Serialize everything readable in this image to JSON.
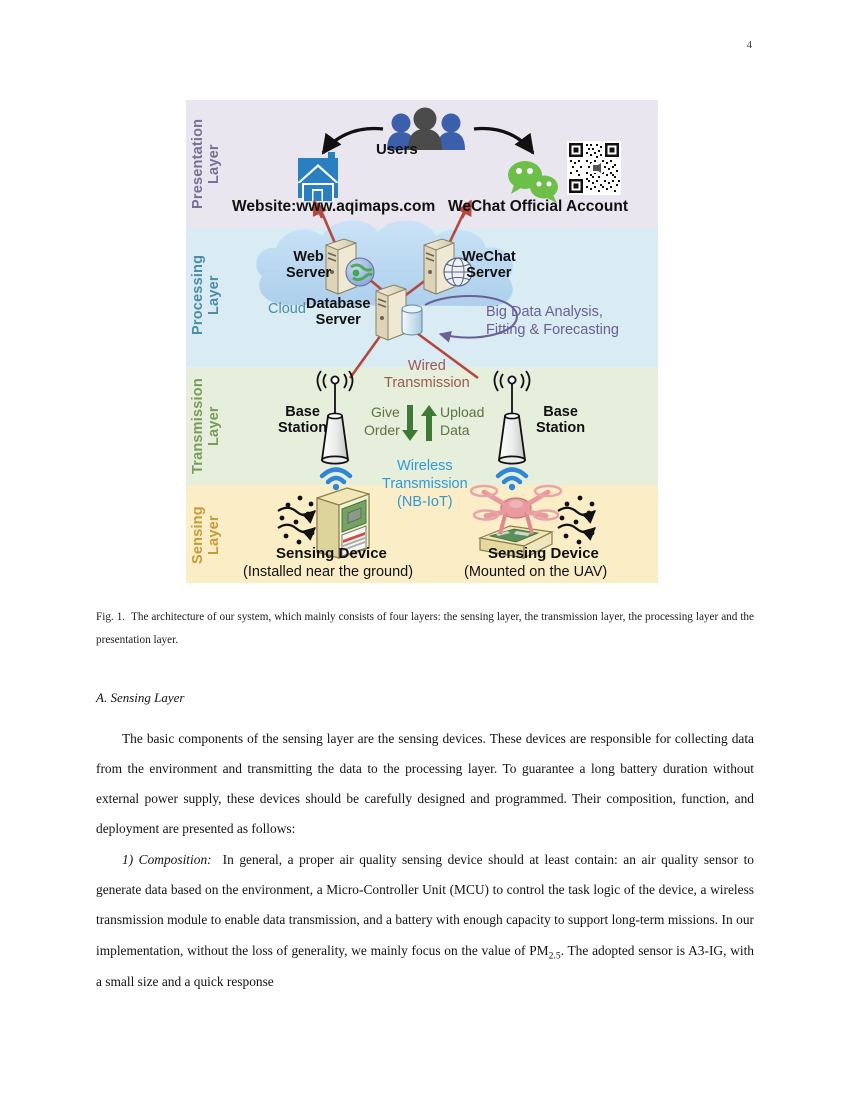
{
  "page": {
    "number": "4"
  },
  "figure": {
    "layers": [
      {
        "id": "presentation",
        "label": "Presentation\nLayer",
        "color": "#7a6f96",
        "bg": "#e9e6ef"
      },
      {
        "id": "processing",
        "label": "Processing\nLayer",
        "color": "#4d8ca8",
        "bg": "#d9ebf3"
      },
      {
        "id": "transmission",
        "label": "Transmission\nLayer",
        "color": "#7d9a5b",
        "bg": "#e6eedc"
      },
      {
        "id": "sensing",
        "label": "Sensing\nLayer",
        "color": "#c79a3c",
        "bg": "#fbeec7"
      }
    ],
    "presentation": {
      "users_label": "Users",
      "website_label": "Website:www.aqimaps.com",
      "wechat_label": "WeChat Official Account"
    },
    "processing": {
      "cloud_label": "Cloud",
      "web_server_label": "Web\nServer",
      "wechat_server_label": "WeChat\nServer",
      "database_server_label": "Database\nServer",
      "analysis_label": "Big Data Analysis,\nFitting & Forecasting",
      "analysis_color": "#6b5f95"
    },
    "transmission": {
      "wired_label": "Wired\nTransmission",
      "wired_color": "#9c5a4e",
      "base_station_left_label": "Base\nStation",
      "base_station_right_label": "Base\nStation",
      "give_order_label": "Give\nOrder",
      "upload_data_label": "Upload\nData",
      "arrow_text_color": "#5d7340",
      "wireless_label": "Wireless\nTransmission\n(NB-IoT)",
      "wireless_color": "#2f9ad6"
    },
    "sensing": {
      "ground_device_title": "Sensing Device",
      "ground_device_sub": "(Installed near the ground)",
      "uav_device_title": "Sensing Device",
      "uav_device_sub": "(Mounted on the UAV)"
    },
    "icons": {
      "users": "users-group-icon",
      "website": "house-icon",
      "wechat": "wechat-bubbles-icon",
      "qrcode": "qr-code-icon",
      "web_server": "server-globe-icon",
      "wechat_server": "server-globe-icon",
      "database_server": "server-database-icon",
      "cloud": "cloud-icon",
      "base_station": "antenna-tower-icon",
      "wifi": "wifi-signal-icon",
      "ground_sensor": "sensor-cabinet-icon",
      "uav": "drone-icon"
    }
  },
  "caption": {
    "label": "Fig. 1.",
    "text": "The architecture of our system, which mainly consists of four layers: the sensing layer, the transmission layer, the processing layer and the presentation layer."
  },
  "body": {
    "section_heading": "A.  Sensing Layer",
    "paragraph_1": "The basic components of the sensing layer are the sensing devices. These devices are responsible for collecting data from the environment and transmitting the data to the processing layer. To guarantee a long battery duration without external power supply, these devices should be carefully designed and programmed. Their composition, function, and deployment are presented as follows:",
    "paragraph_2_run_in": "1) Composition:",
    "paragraph_2_a": "In general, a proper air quality sensing device should at least contain: an air quality sensor to generate data based on the environment, a Micro-Controller Unit (MCU) to control the task logic of the device, a wireless transmission module to enable data transmission, and a battery with enough capacity to support long-term missions. In our implementation, without the loss of generality, we mainly focus on the value of PM",
    "paragraph_2_sub": "2.5",
    "paragraph_2_b": ". The adopted sensor is A3-IG, with a small size and a quick response"
  }
}
